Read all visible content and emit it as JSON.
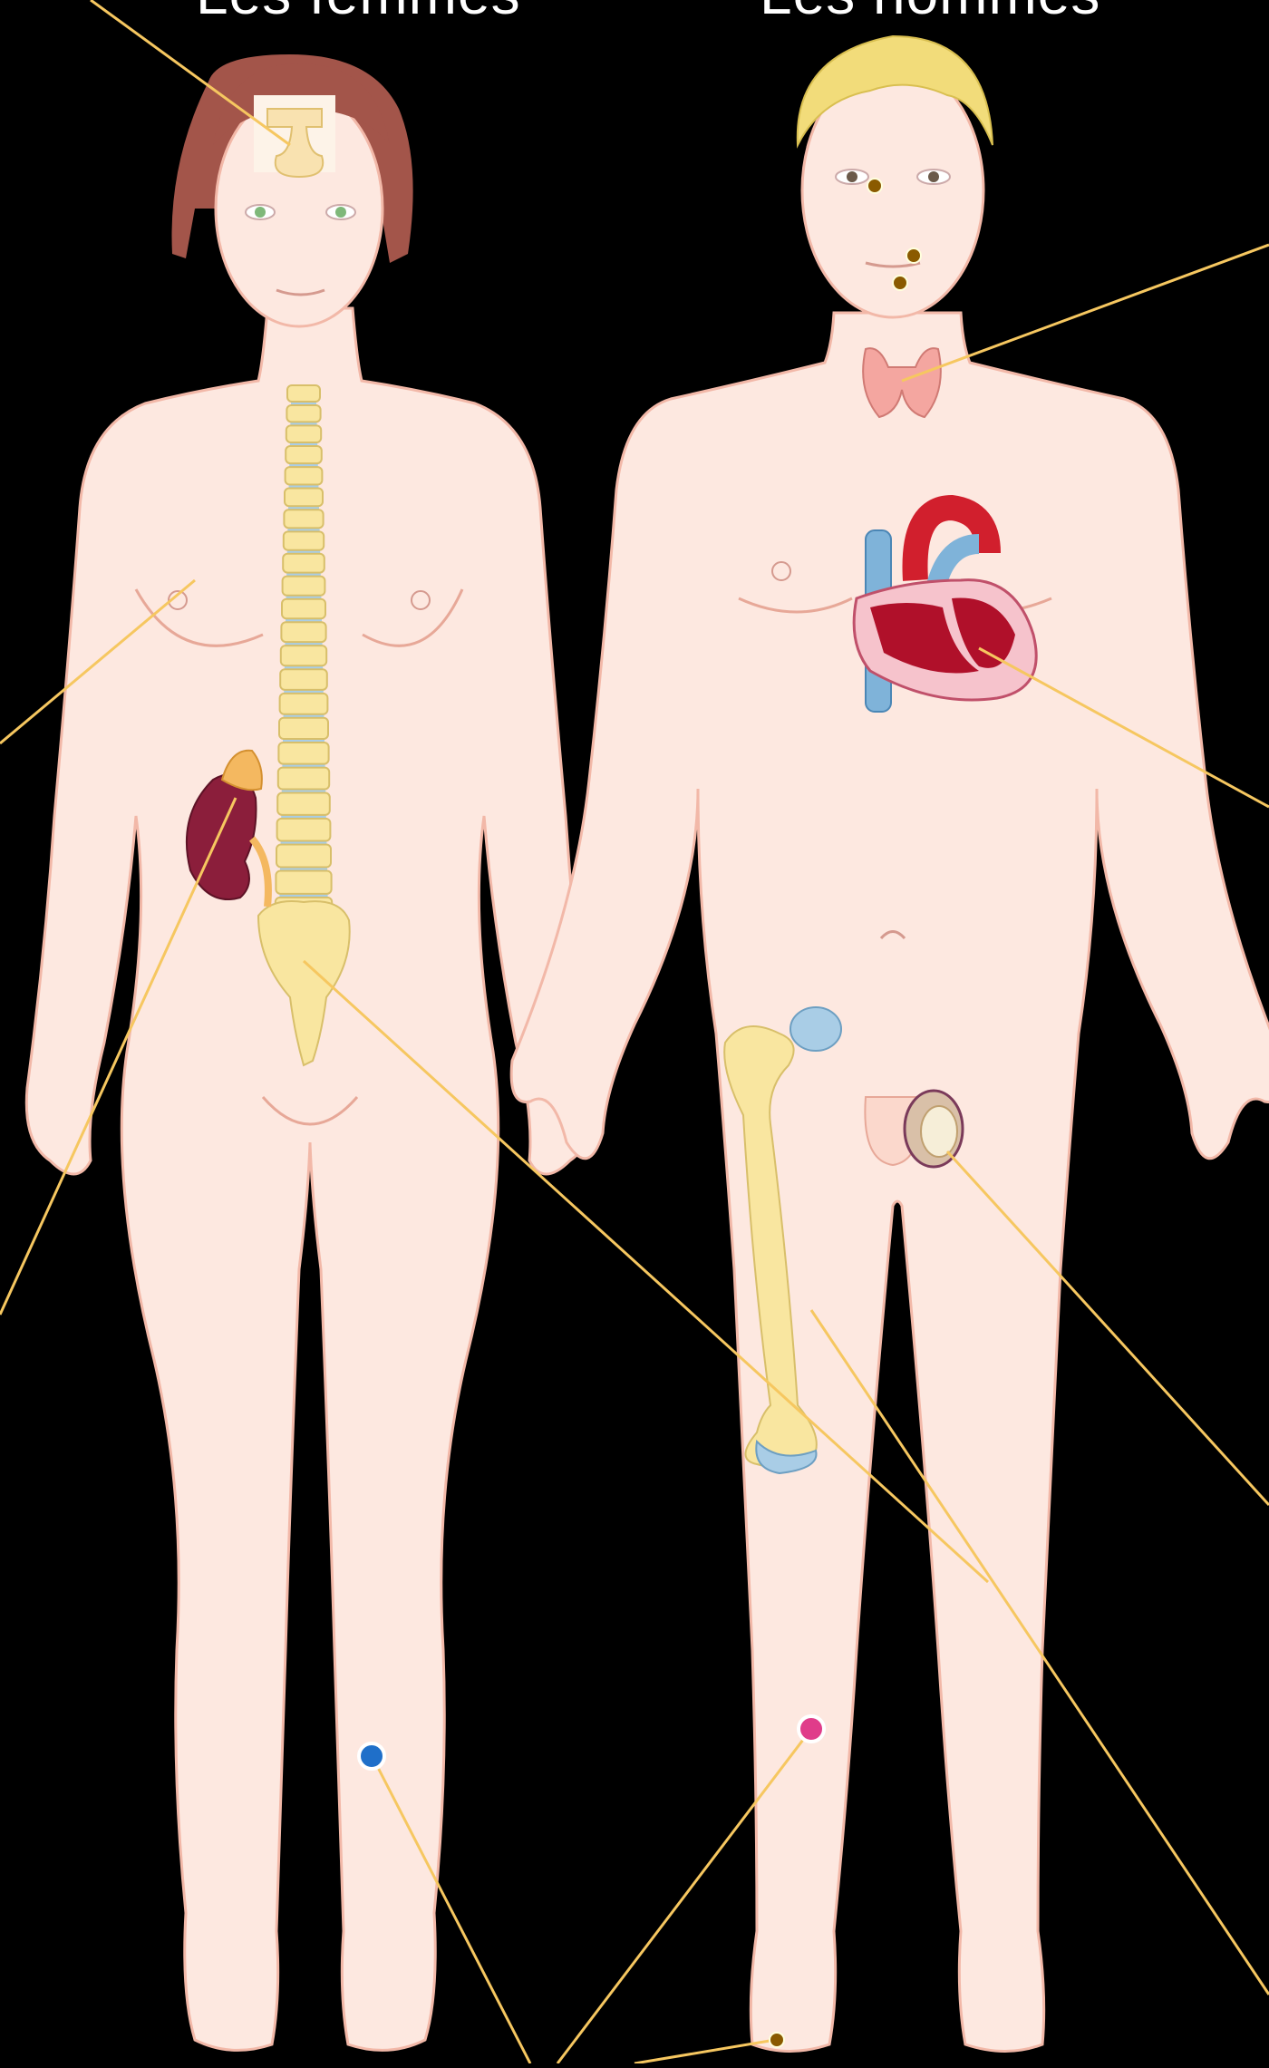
{
  "titles": {
    "left": "Les femmes",
    "right": "Les hommes"
  },
  "colors": {
    "background": "#000000",
    "skin": "#fde8e0",
    "skin_outline": "#f2b8a8",
    "callout_line": "#f6c760",
    "bone": "#f9e6a0",
    "cartilage": "#a9cde6",
    "kidney": "#8b1e3b",
    "thyroid": "#f4a6a0",
    "heart_red": "#d11f2d",
    "vessel_blue": "#7fb3d9",
    "hair_female": "#a3554a",
    "hair_male": "#f2dc7a",
    "marker_brown": "#8a5a00",
    "marker_blue": "#1f6fc9",
    "marker_pink": "#e03c8a"
  },
  "figures": {
    "female": "woman-figure",
    "male": "man-figure"
  },
  "organs": [
    "pituitary-gland",
    "spine",
    "kidney-adrenal",
    "sacrum",
    "thyroid",
    "heart",
    "femur",
    "testis"
  ],
  "markers": [
    "eye",
    "lip",
    "chin",
    "leg-blue",
    "leg-pink",
    "toe"
  ]
}
